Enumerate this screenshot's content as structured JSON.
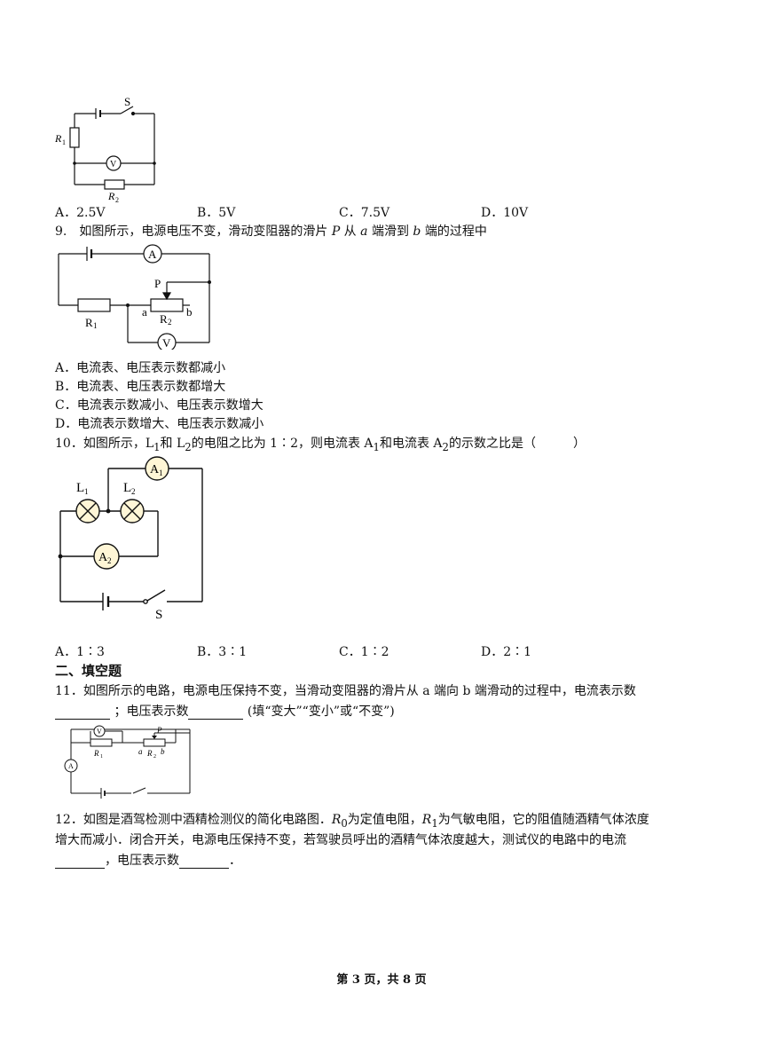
{
  "q8": {
    "figure_labels": {
      "switch": "S",
      "r1": "R",
      "r1_sub": "1",
      "voltmeter": "V",
      "r2": "R",
      "r2_sub": "2"
    },
    "options": [
      "A．2.5V",
      "B．5V",
      "C．7.5V",
      "D．10V"
    ]
  },
  "q9": {
    "stem_a": "9.　如图所示，电源电压不变，滑动变阻器的滑片 ",
    "stem_p": "P",
    "stem_b": " 从 ",
    "stem_a_end": "a",
    "stem_c": " 端滑到 ",
    "stem_b_end": "b",
    "stem_d": " 端的过程中",
    "figure_labels": {
      "ammeter": "A",
      "slider": "P",
      "r1": "R",
      "r1_sub": "1",
      "a": "a",
      "r2": "R",
      "r2_sub": "2",
      "b": "b",
      "voltmeter": "V"
    },
    "options": [
      "A．电流表、电压表示数都减小",
      "B．电流表、电压表示数都增大",
      "C．电流表示数减小、电压表示数增大",
      "D．电流表示数增大、电压表示数减小"
    ]
  },
  "q10": {
    "stem_1": "10．如图所示，L",
    "stem_sub1": "1",
    "stem_2": "和 L",
    "stem_sub2": "2",
    "stem_3": "的电阻之比为 1∶2，则电流表 A",
    "stem_sub3": "1",
    "stem_4": "和电流表 A",
    "stem_sub4": "2",
    "stem_5": "的示数之比是（　　　）",
    "figure_labels": {
      "l1": "L",
      "l1_sub": "1",
      "l2": "L",
      "l2_sub": "2",
      "a1": "A",
      "a1_sub": "1",
      "a2": "A",
      "a2_sub": "2",
      "switch": "S"
    },
    "options": [
      "A．1∶3",
      "B．3∶1",
      "C．1∶2",
      "D．2∶1"
    ]
  },
  "section_title": "二、填空题",
  "q11": {
    "stem_line1": "11．如图所示的电路，电源电压保持不变，当滑动变阻器的滑片从  a 端向 b 端滑动的过程中，电流表示数",
    "stem_line2_a": "；电压表示数",
    "stem_line2_b": "(填“变大”“变小”或“不变”)",
    "figure_labels": {
      "voltmeter": "V",
      "ammeter": "A",
      "r1": "R",
      "r1_sub": "1",
      "slider": "P",
      "a": "a",
      "r2": "R",
      "r2_sub": "2",
      "b": "b"
    }
  },
  "q12": {
    "line1_a": "12．如图是酒驾检测中酒精检测仪的简化电路图．",
    "r0": "R",
    "r0_sub": "0",
    "line1_b": "为定值电阻，",
    "r1": "R",
    "r1_sub": "1",
    "line1_c": "为气敏电阻，它的阻值随酒精气体浓度",
    "line2": "增大而减小．闭合开关，电源电压保持不变，若驾驶员呼出的酒精气体浓度越大，测试仪的电路中的电流",
    "line3_a": "，电压表示数",
    "line3_b": "．"
  },
  "footer": "第 3 页，共 8 页"
}
